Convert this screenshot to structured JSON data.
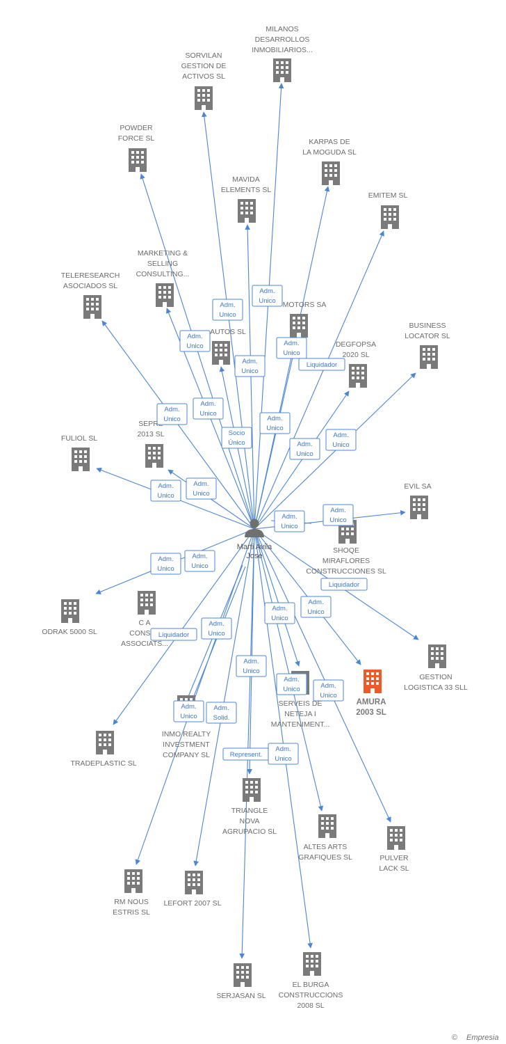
{
  "colors": {
    "edge": "#4a86d6",
    "company_icon": "#7a7a7a",
    "focus_company_icon": "#f05a28",
    "person_icon": "#707070"
  },
  "person": {
    "name_lines": [
      "Marti Avila",
      "Jose"
    ],
    "icon": "person-icon"
  },
  "companies": [
    {
      "id": "milanos",
      "lines": [
        "MILANOS",
        "DESARROLLOS",
        "INMOBILIARIOS..."
      ]
    },
    {
      "id": "sorvilan",
      "lines": [
        "SORVILAN",
        "GESTION DE",
        "ACTIVOS  SL"
      ]
    },
    {
      "id": "powder",
      "lines": [
        "POWDER",
        "FORCE SL"
      ]
    },
    {
      "id": "karpas",
      "lines": [
        "KARPAS DE",
        "LA MOGUDA SL"
      ]
    },
    {
      "id": "mavida",
      "lines": [
        "MAVIDA",
        "ELEMENTS SL"
      ]
    },
    {
      "id": "emitem",
      "lines": [
        "EMITEM SL"
      ]
    },
    {
      "id": "marketing",
      "lines": [
        "MARKETING &",
        "SELLING",
        "CONSULTING..."
      ]
    },
    {
      "id": "teleresearch",
      "lines": [
        "TELERESEARCH",
        "ASOCIADOS  SL"
      ]
    },
    {
      "id": "motors",
      "lines": [
        "MOTORS SA"
      ]
    },
    {
      "id": "autos",
      "lines": [
        "AUTOS SL"
      ]
    },
    {
      "id": "degfopsa",
      "lines": [
        "DEGFOPSA",
        "2020 SL"
      ]
    },
    {
      "id": "business",
      "lines": [
        "BUSINESS",
        "LOCATOR SL"
      ]
    },
    {
      "id": "sepre",
      "lines": [
        "SEPRE",
        "2013 SL"
      ]
    },
    {
      "id": "fuliol",
      "lines": [
        "FULIOL SL"
      ]
    },
    {
      "id": "evil",
      "lines": [
        "EVIL SA"
      ]
    },
    {
      "id": "shoqe",
      "lines": [
        "SHOQE",
        "MIRAFLORES",
        "CONSTRUCCIONES SL"
      ]
    },
    {
      "id": "odrak",
      "lines": [
        "ODRAK 5000 SL"
      ]
    },
    {
      "id": "ca",
      "lines": [
        "C A",
        "CONSUL",
        "ASSOCIATS..."
      ]
    },
    {
      "id": "gestion",
      "lines": [
        "GESTION",
        "LOGISTICA 33 SLL"
      ]
    },
    {
      "id": "amura",
      "lines": [
        "AMURA",
        "2003 SL"
      ],
      "focus": true
    },
    {
      "id": "serveis",
      "lines": [
        "SERVEIS DE",
        "NETEJA I",
        "MANTENIMENT..."
      ]
    },
    {
      "id": "tradeplastic",
      "lines": [
        "TRADEPLASTIC SL"
      ]
    },
    {
      "id": "inmo",
      "lines": [
        "INMO REALTY",
        "INVESTMENT",
        "COMPANY SL"
      ]
    },
    {
      "id": "triangle",
      "lines": [
        "TRIANGLE",
        "NOVA",
        "AGRUPACIO SL"
      ]
    },
    {
      "id": "altes",
      "lines": [
        "ALTES ARTS",
        "GRAFIQUES SL"
      ]
    },
    {
      "id": "pulver",
      "lines": [
        "PULVER",
        "LACK SL"
      ]
    },
    {
      "id": "rmnous",
      "lines": [
        "RM NOUS",
        "ESTRIS  SL"
      ]
    },
    {
      "id": "lefort",
      "lines": [
        "LEFORT 2007 SL"
      ]
    },
    {
      "id": "serjasan",
      "lines": [
        "SERJASAN  SL"
      ]
    },
    {
      "id": "elburga",
      "lines": [
        "EL BURGA",
        "CONSTRUCCIONS",
        "2008 SL"
      ]
    }
  ],
  "relations": [
    {
      "id": "r1",
      "lines": [
        "Adm.",
        "Unico"
      ]
    },
    {
      "id": "r2",
      "lines": [
        "Adm.",
        "Unico"
      ]
    },
    {
      "id": "r3",
      "lines": [
        "Adm.",
        "Unico"
      ]
    },
    {
      "id": "r4",
      "lines": [
        "Adm.",
        "Unico"
      ]
    },
    {
      "id": "r5",
      "lines": [
        "Adm.",
        "Unico"
      ]
    },
    {
      "id": "r6",
      "lines": [
        "Liquidador"
      ]
    },
    {
      "id": "r7",
      "lines": [
        "Adm.",
        "Unico"
      ]
    },
    {
      "id": "r8",
      "lines": [
        "Adm.",
        "Unico"
      ]
    },
    {
      "id": "r9",
      "lines": [
        "Socio",
        "Único"
      ]
    },
    {
      "id": "r10",
      "lines": [
        "Adm.",
        "Unico"
      ]
    },
    {
      "id": "r11",
      "lines": [
        "Adm.",
        "Unico"
      ]
    },
    {
      "id": "r12",
      "lines": [
        "Adm.",
        "Unico"
      ]
    },
    {
      "id": "r13",
      "lines": [
        "Adm.",
        "Unico"
      ]
    },
    {
      "id": "r14",
      "lines": [
        "Adm.",
        "Unico"
      ]
    },
    {
      "id": "r15",
      "lines": [
        "Adm.",
        "Unico"
      ]
    },
    {
      "id": "r16",
      "lines": [
        "Adm.",
        "Unico"
      ]
    },
    {
      "id": "r17",
      "lines": [
        "Adm.",
        "Unico"
      ]
    },
    {
      "id": "r18",
      "lines": [
        "Adm.",
        "Unico"
      ]
    },
    {
      "id": "r19",
      "lines": [
        "Liquidador"
      ]
    },
    {
      "id": "r20",
      "lines": [
        "Adm.",
        "Unico"
      ]
    },
    {
      "id": "r21",
      "lines": [
        "Adm.",
        "Unico"
      ]
    },
    {
      "id": "r22",
      "lines": [
        "Liquidador"
      ]
    },
    {
      "id": "r23",
      "lines": [
        "Adm.",
        "Unico"
      ]
    },
    {
      "id": "r24",
      "lines": [
        "Adm.",
        "Unico"
      ]
    },
    {
      "id": "r25",
      "lines": [
        "Adm.",
        "Unico"
      ]
    },
    {
      "id": "r26",
      "lines": [
        "Adm.",
        "Unico"
      ]
    },
    {
      "id": "r27",
      "lines": [
        "Adm.",
        "Unico"
      ]
    },
    {
      "id": "r28",
      "lines": [
        "Adm.",
        "Solid."
      ]
    },
    {
      "id": "r29",
      "lines": [
        "Represent."
      ]
    },
    {
      "id": "r30",
      "lines": [
        "Adm.",
        "Unico"
      ]
    }
  ],
  "footer": {
    "copyright_symbol": "©",
    "brand": "Empresia"
  }
}
